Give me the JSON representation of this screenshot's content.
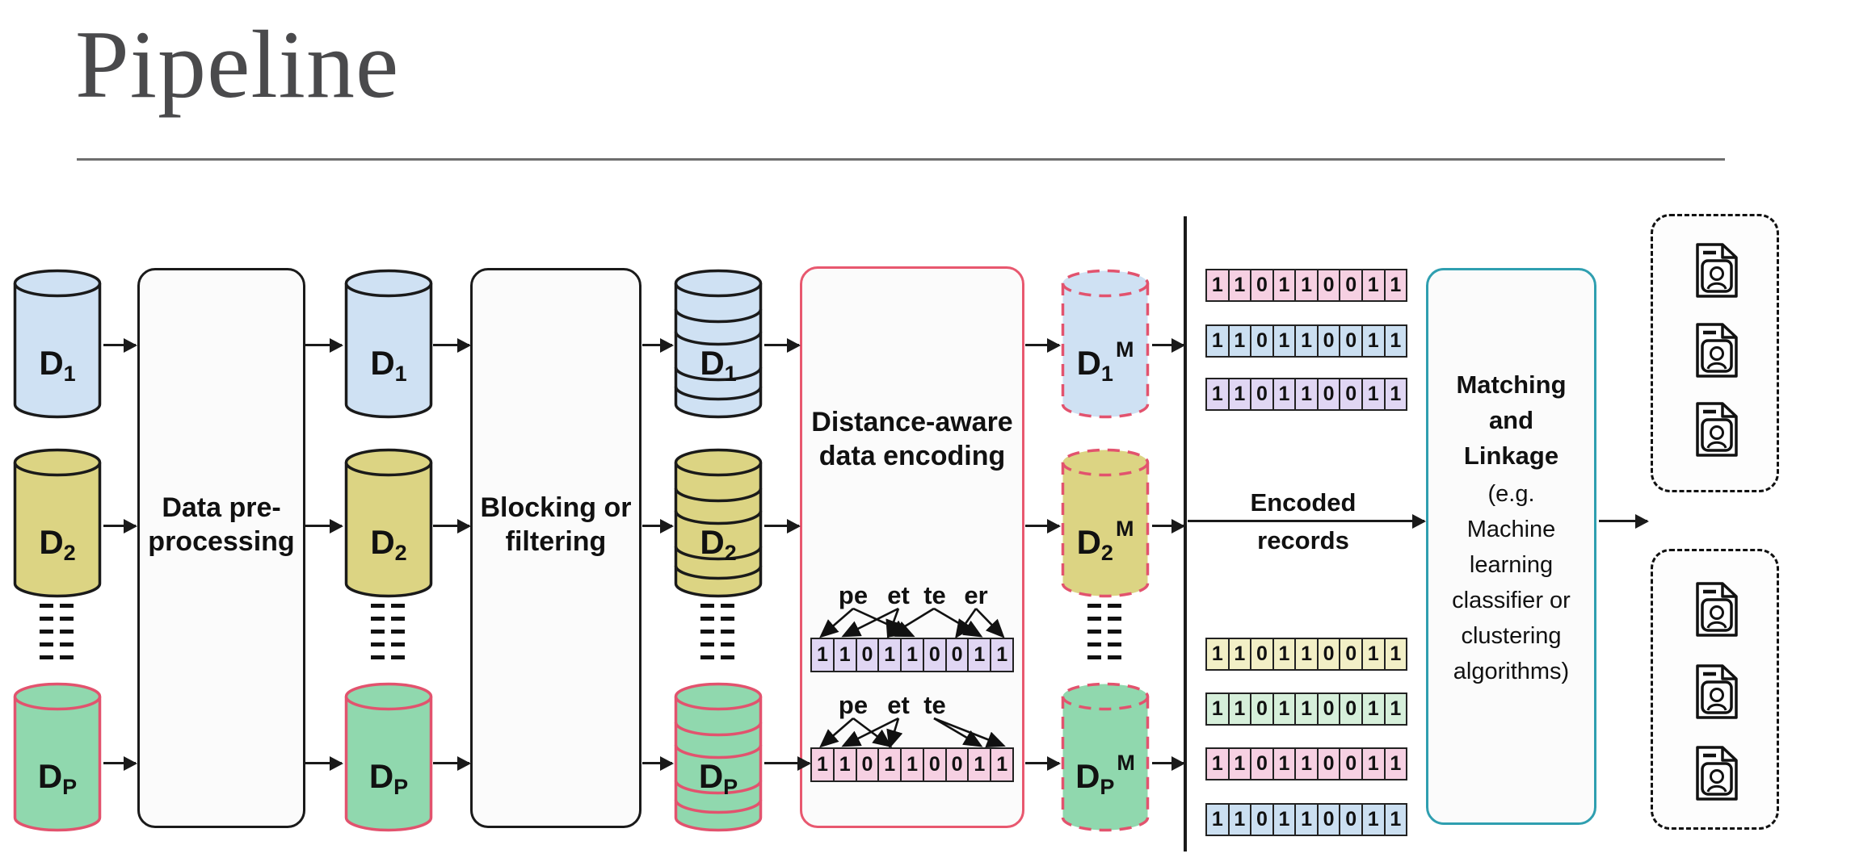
{
  "slide": {
    "title": "Pipeline"
  },
  "colors": {
    "db-blue": "#cfe1f3",
    "db-yellow": "#dcd483",
    "db-green": "#90d8ae",
    "crimson": "#e2536e",
    "pinkline": "#e8586f",
    "teal": "#2f9fb0",
    "bit-pink": "#f6d0e2",
    "bit-blue": "#cbdff1",
    "bit-lavender": "#e0d6f3",
    "bit-yellow": "#f2efc6",
    "bit-mint": "#d6efda"
  },
  "cylinders": {
    "plain": [
      {
        "main": "D",
        "sub": "1"
      },
      {
        "main": "D",
        "sub": "2"
      },
      {
        "main": "D",
        "sub": "P"
      }
    ],
    "masked": [
      {
        "main": "D",
        "sub": "1",
        "sup": "M"
      },
      {
        "main": "D",
        "sub": "2",
        "sup": "M"
      },
      {
        "main": "D",
        "sub": "P",
        "sup": "M"
      }
    ]
  },
  "stages": {
    "preprocessing": {
      "line1": "Data pre-",
      "line2": "processing"
    },
    "blocking": {
      "line1": "Blocking or",
      "line2": "filtering"
    },
    "encoding": {
      "line1": "Distance-aware",
      "line2": "data encoding"
    },
    "matching": {
      "lines": [
        "Matching",
        "and",
        "Linkage",
        "(e.g.",
        "Machine",
        "learning",
        "classifier or",
        "clustering",
        "algorithms)"
      ]
    }
  },
  "encoding_detail": {
    "groups": [
      {
        "qgrams": [
          "pe",
          "et",
          "te",
          "er"
        ],
        "bits": [
          "1",
          "1",
          "0",
          "1",
          "1",
          "0",
          "0",
          "1",
          "1"
        ]
      },
      {
        "qgrams": [
          "pe",
          "et",
          "te"
        ],
        "bits": [
          "1",
          "1",
          "0",
          "1",
          "1",
          "0",
          "0",
          "1",
          "1"
        ]
      }
    ]
  },
  "encoded_records": {
    "label_line1": "Encoded",
    "label_line2": "records",
    "top_rows": [
      {
        "color": "pink",
        "bits": [
          "1",
          "1",
          "0",
          "1",
          "1",
          "0",
          "0",
          "1",
          "1"
        ]
      },
      {
        "color": "blue",
        "bits": [
          "1",
          "1",
          "0",
          "1",
          "1",
          "0",
          "0",
          "1",
          "1"
        ]
      },
      {
        "color": "lavender",
        "bits": [
          "1",
          "1",
          "0",
          "1",
          "1",
          "0",
          "0",
          "1",
          "1"
        ]
      }
    ],
    "bottom_rows": [
      {
        "color": "yellow",
        "bits": [
          "1",
          "1",
          "0",
          "1",
          "1",
          "0",
          "0",
          "1",
          "1"
        ]
      },
      {
        "color": "mint",
        "bits": [
          "1",
          "1",
          "0",
          "1",
          "1",
          "0",
          "0",
          "1",
          "1"
        ]
      },
      {
        "color": "pink",
        "bits": [
          "1",
          "1",
          "0",
          "1",
          "1",
          "0",
          "0",
          "1",
          "1"
        ]
      },
      {
        "color": "blue",
        "bits": [
          "1",
          "1",
          "0",
          "1",
          "1",
          "0",
          "0",
          "1",
          "1"
        ]
      }
    ]
  }
}
